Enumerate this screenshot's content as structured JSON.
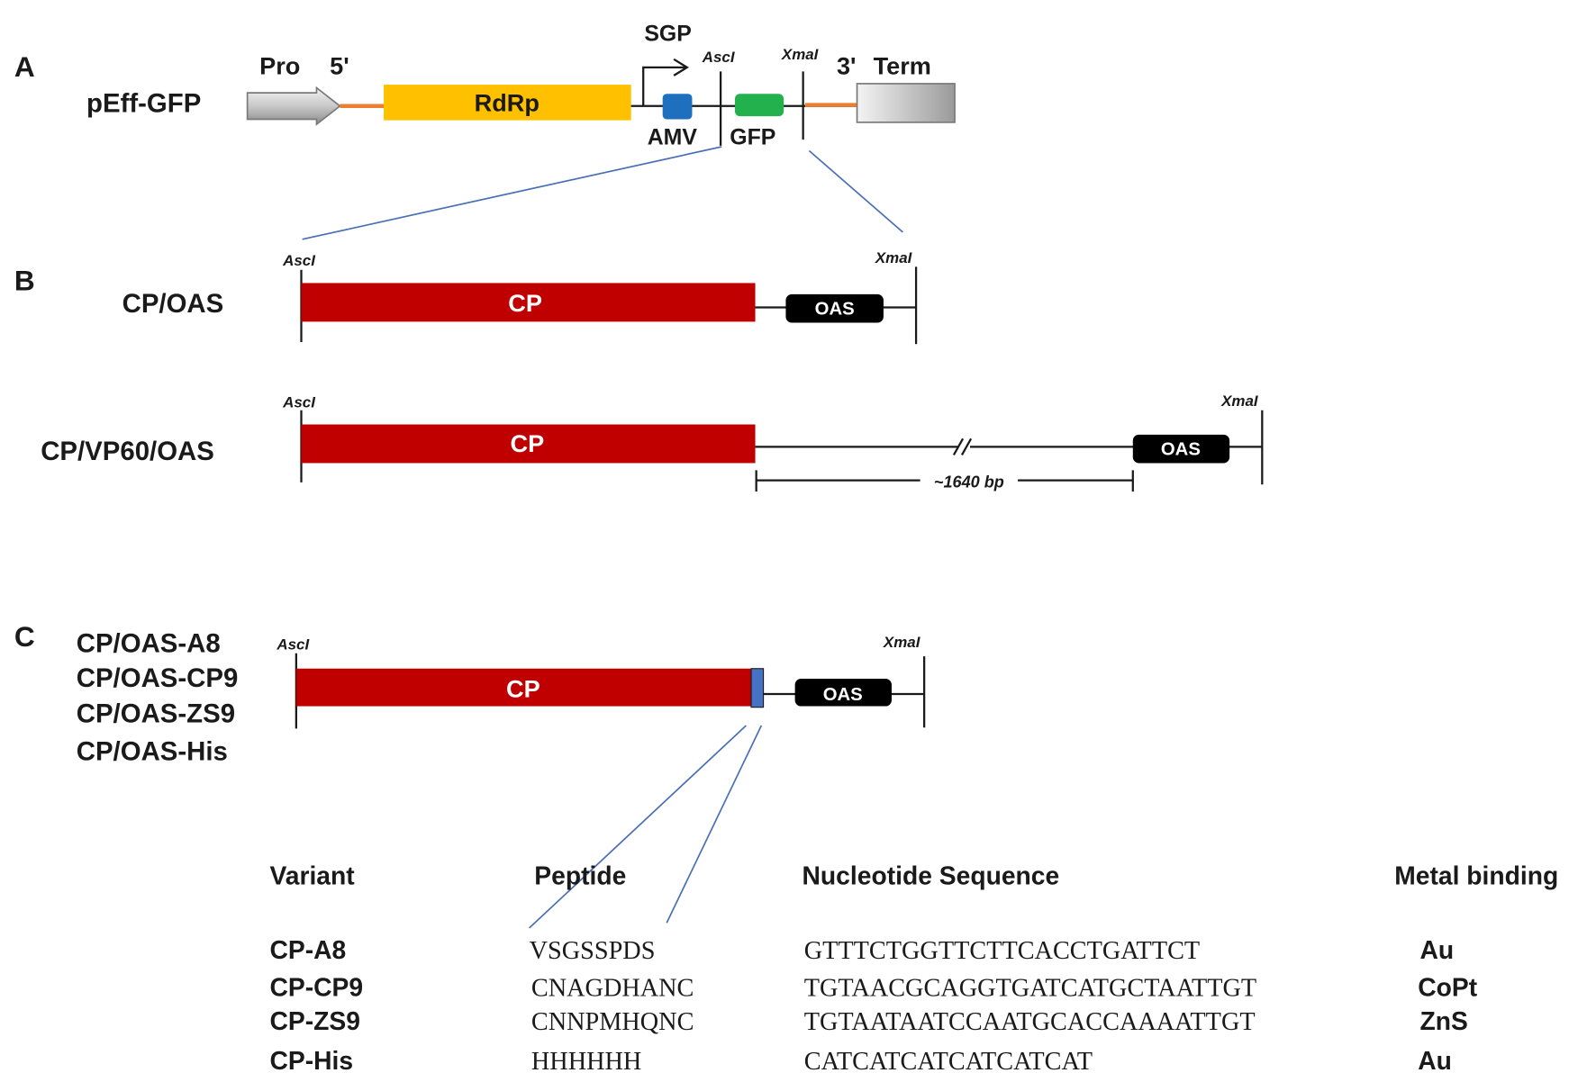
{
  "panel_a": {
    "label": "A",
    "construct": "pEff-GFP",
    "pro": "Pro",
    "five_prime": "5'",
    "rdrp": "RdRp",
    "sgp": "SGP",
    "amv": "AMV",
    "asci": "AscI",
    "gfp": "GFP",
    "xmai": "XmaI",
    "three_prime": "3'",
    "term": "Term"
  },
  "panel_b": {
    "label": "B",
    "rows": [
      {
        "name": "CP/OAS",
        "asci": "AscI",
        "xmai": "XmaI",
        "cp": "CP",
        "oas": "OAS"
      },
      {
        "name": "CP/VP60/OAS",
        "asci": "AscI",
        "xmai": "XmaI",
        "cp": "CP",
        "oas": "OAS",
        "insert_length": "~1640 bp"
      }
    ]
  },
  "panel_c": {
    "label": "C",
    "variants": [
      "CP/OAS-A8",
      "CP/OAS-CP9",
      "CP/OAS-ZS9",
      "CP/OAS-His"
    ],
    "asci": "AscI",
    "xmai": "XmaI",
    "cp": "CP",
    "oas": "OAS",
    "table": {
      "headers": [
        "Variant",
        "Peptide",
        "Nucleotide Sequence",
        "Metal binding"
      ],
      "rows": [
        [
          "CP-A8",
          "VSGSSPDS",
          "GTTTCTGGTTCTTCACCTGATTCT",
          "Au"
        ],
        [
          "CP-CP9",
          "CNAGDHANC",
          "TGTAACGCAGGTGATCATGCTAATTGT",
          "CoPt"
        ],
        [
          "CP-ZS9",
          "CNNPMHQNC",
          "TGTAATAATCCAATGCACCAAAATTGT",
          "ZnS"
        ],
        [
          "CP-His",
          "HHHHHH",
          "CATCATCATCATCATCAT",
          "Au"
        ]
      ]
    }
  },
  "colors": {
    "rdrp": "#FFC000",
    "cp": "#C00000",
    "amv": "#1F6FBF",
    "gfp": "#22B14C",
    "utr": "#ED7D31",
    "tag": "#4472C4",
    "oas": "#000000",
    "zoom_line": "#4A6FB5"
  }
}
